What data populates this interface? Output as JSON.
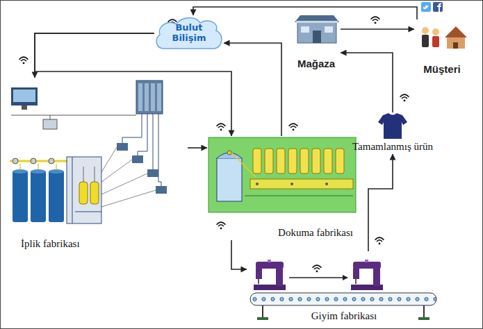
{
  "diagram": {
    "nodes": [
      {
        "text": [
          "Bulut Bilişim"
        ]
      },
      {
        "text": [
          "Mağaza"
        ]
      },
      {
        "text": [
          "Müşteri"
        ]
      },
      {
        "text": [
          "İplik fabrikası"
        ]
      },
      {
        "text": [
          "Dokuma fabrikası"
        ]
      },
      {
        "text": [
          "Tamamlanmış ürün"
        ]
      },
      {
        "text": [
          "Giyim fabrikası"
        ]
      }
    ],
    "edges": [
      {
        "from": 0,
        "to": 3,
        "arrow": "to"
      },
      {
        "from": 0,
        "to": 4,
        "arrow": "to"
      },
      {
        "from": 3,
        "to": 4,
        "arrow": "to"
      },
      {
        "from": 4,
        "to": 0,
        "arrow": "to"
      },
      {
        "from": 2,
        "to": 0,
        "arrow": "to"
      },
      {
        "from": 1,
        "to": 2,
        "arrow": "to"
      },
      {
        "from": 5,
        "to": 1,
        "arrow": "to"
      },
      {
        "from": 4,
        "to": 6,
        "arrow": "to"
      },
      {
        "from": 6,
        "to": 5,
        "arrow": "to"
      }
    ]
  }
}
